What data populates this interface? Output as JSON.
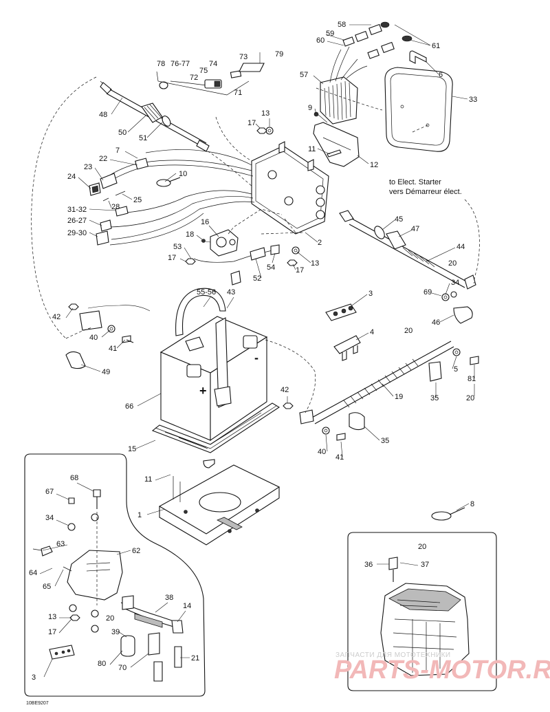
{
  "diagram": {
    "drawing_ref": "10BE9207",
    "notes": {
      "line1": "to Elect. Starter",
      "line2": "vers Démarreur élect."
    },
    "signs": {
      "plus": "+",
      "minus": "-"
    },
    "watermark": {
      "line1": "ЗАПЧАСТИ ДЛЯ МОТОТЕХНИКИ",
      "line2": "PARTS-MOTOR.RU"
    },
    "callouts": {
      "c1": "1",
      "c2": "2",
      "c3a": "3",
      "c3b": "3",
      "c4": "4",
      "c5": "5",
      "c6": "6",
      "c7": "7",
      "c8": "8",
      "c9": "9",
      "c10": "10",
      "c11a": "11",
      "c11b": "11",
      "c12": "12",
      "c13a": "13",
      "c13b": "13",
      "c13c": "13",
      "c14": "14",
      "c15": "15",
      "c16": "16",
      "c17a": "17",
      "c17b": "17",
      "c17c": "17",
      "c17d": "17",
      "c18": "18",
      "c19": "19",
      "c20a": "20",
      "c20b": "20",
      "c20c": "20",
      "c20d": "20",
      "c20e": "20",
      "c21": "21",
      "c22": "22",
      "c23": "23",
      "c24": "24",
      "c25": "25",
      "c26_27": "26-27",
      "c28": "28",
      "c29_30": "29-30",
      "c31_32": "31-32",
      "c33": "33",
      "c34a": "34",
      "c34b": "34",
      "c35a": "35",
      "c35b": "35",
      "c36": "36",
      "c37": "37",
      "c38": "38",
      "c39": "39",
      "c40a": "40",
      "c40b": "40",
      "c41a": "41",
      "c41b": "41",
      "c42a": "42",
      "c42b": "42",
      "c43": "43",
      "c44": "44",
      "c45": "45",
      "c46": "46",
      "c47": "47",
      "c48": "48",
      "c49": "49",
      "c50": "50",
      "c51": "51",
      "c52": "52",
      "c53": "53",
      "c54": "54",
      "c55_56": "55-56",
      "c57": "57",
      "c58": "58",
      "c59": "59",
      "c60": "60",
      "c61": "61",
      "c62": "62",
      "c63": "63",
      "c64": "64",
      "c65": "65",
      "c66": "66",
      "c67": "67",
      "c68": "68",
      "c69": "69",
      "c70": "70",
      "c71": "71",
      "c72": "72",
      "c73": "73",
      "c74": "74",
      "c75": "75",
      "c76_77": "76-77",
      "c78": "78",
      "c79": "79",
      "c80": "80",
      "c81": "81"
    }
  }
}
